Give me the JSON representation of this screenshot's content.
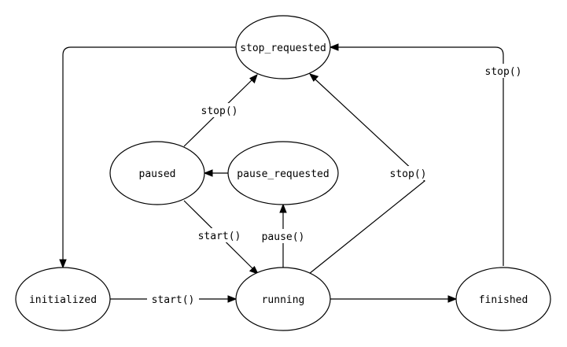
{
  "diagram": {
    "states": {
      "stop_requested": "stop_requested",
      "paused": "paused",
      "pause_requested": "pause_requested",
      "initialized": "initialized",
      "running": "running",
      "finished": "finished"
    },
    "transitions": {
      "paused_to_stop_requested": "stop()",
      "running_to_stop_requested": "stop()",
      "finished_to_stop_requested": "stop()",
      "paused_to_running": "start()",
      "running_to_pause_requested": "pause()",
      "initialized_to_running": "start()"
    },
    "unlabeled_transitions": [
      {
        "from": "stop_requested",
        "to": "initialized"
      },
      {
        "from": "pause_requested",
        "to": "paused"
      },
      {
        "from": "running",
        "to": "finished"
      }
    ]
  }
}
